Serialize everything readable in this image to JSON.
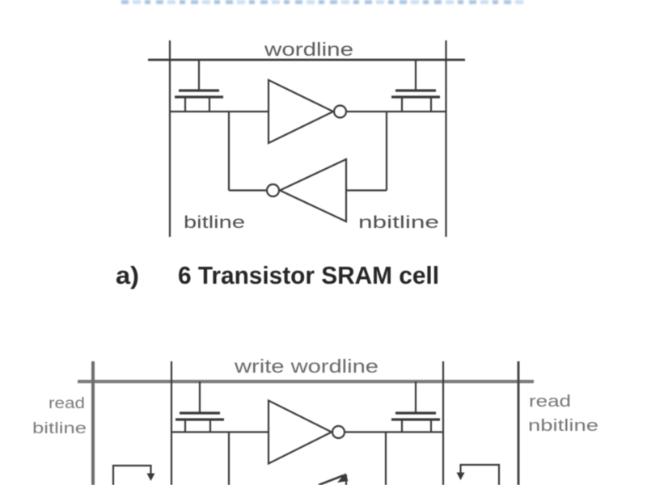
{
  "diagram_6t": {
    "wordline": "wordline",
    "bitline": "bitline",
    "nbitline": "nbitline"
  },
  "caption": {
    "index": "a)",
    "title": "6 Transistor SRAM cell"
  },
  "diagram_second": {
    "write_wordline": "write wordline",
    "read_bitline": [
      "read",
      "bitline"
    ],
    "read_nbitline": [
      "read",
      "nbitline"
    ]
  },
  "colors": {
    "background": "#ffffff",
    "line": "#3a3a3a",
    "thick_gray_line": "#7b7b7b",
    "label_gray": "#666666",
    "caption_text": "#262626",
    "blue_fragment": "#a9c9e8"
  }
}
